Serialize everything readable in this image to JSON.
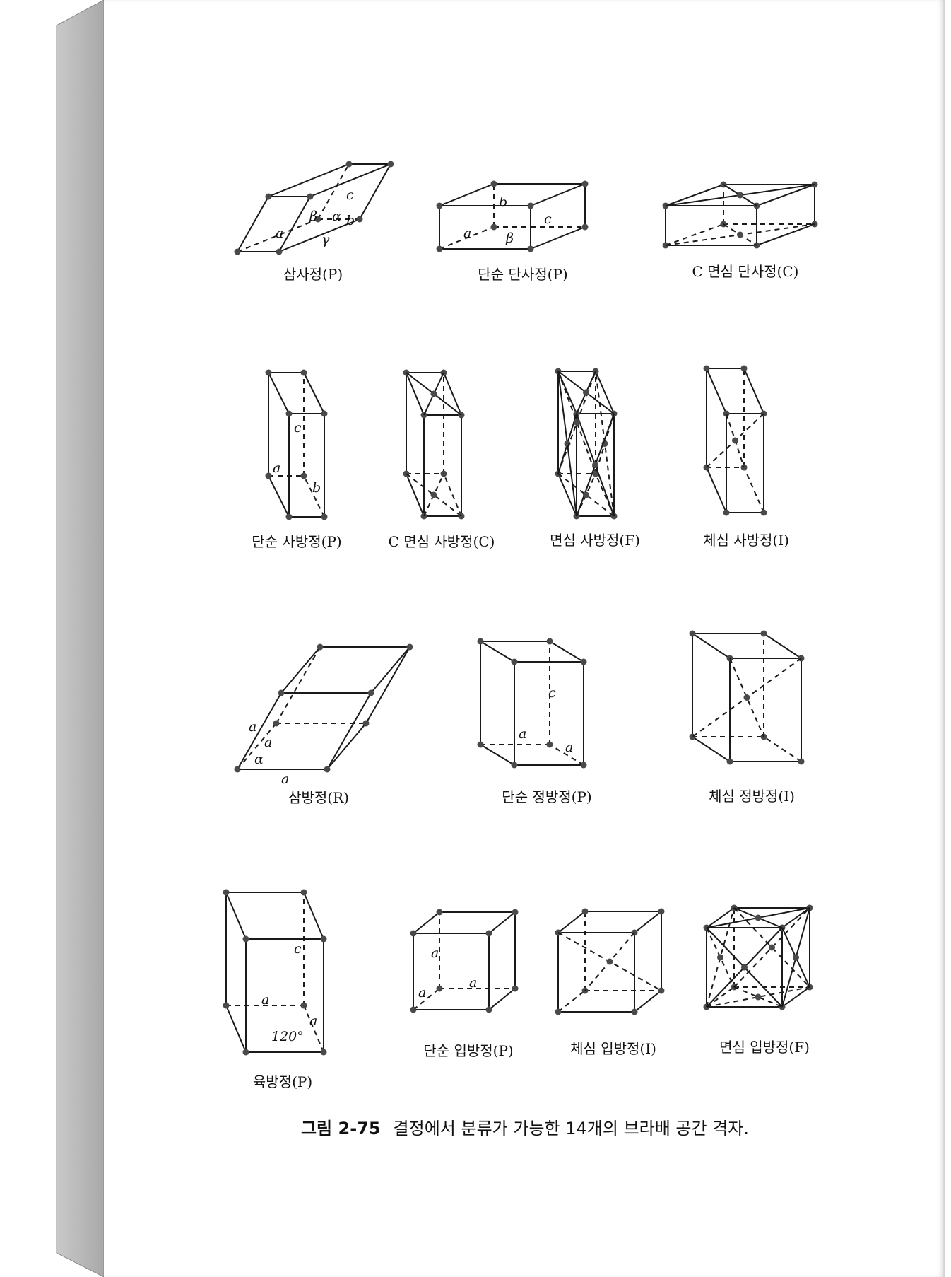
{
  "figure": {
    "caption_number": "그림 2-75",
    "caption_text": "결정에서 분류가 가능한 14개의 브라배 공간 격자."
  },
  "lattices": [
    {
      "label": "삼사정(P)",
      "axes": [
        "c",
        "β",
        "α",
        "b",
        "a",
        "γ"
      ]
    },
    {
      "label": "단순 단사정(P)",
      "axes": [
        "b",
        "c",
        "a",
        "β"
      ]
    },
    {
      "label": "C 면심 단사정(C)",
      "axes": []
    },
    {
      "label": "단순 사방정(P)",
      "axes": [
        "c",
        "a",
        "b"
      ]
    },
    {
      "label": "C 면심 사방정(C)",
      "axes": []
    },
    {
      "label": "면심 사방정(F)",
      "axes": []
    },
    {
      "label": "체심 사방정(I)",
      "axes": []
    },
    {
      "label": "삼방정(R)",
      "axes": [
        "a",
        "a",
        "α",
        "a"
      ]
    },
    {
      "label": "단순 정방정(P)",
      "axes": [
        "c",
        "a",
        "a"
      ]
    },
    {
      "label": "체심 정방정(I)",
      "axes": []
    },
    {
      "label": "육방정(P)",
      "axes": [
        "c",
        "a",
        "a",
        "120°"
      ]
    },
    {
      "label": "단순 입방정(P)",
      "axes": [
        "a",
        "a",
        "a"
      ]
    },
    {
      "label": "체심 입방정(I)",
      "axes": []
    },
    {
      "label": "면심 입방정(F)",
      "axes": []
    }
  ],
  "colors": {
    "ink": "#1a1a1a",
    "dot": "#4a4a4a",
    "spine": "#b8b8b8"
  }
}
